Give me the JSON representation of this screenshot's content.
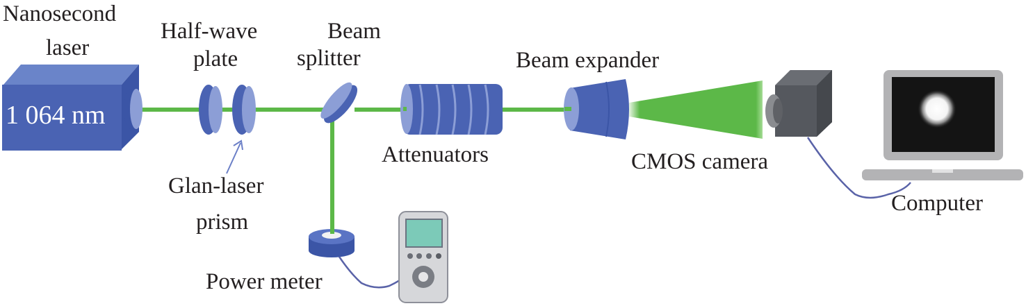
{
  "diagram": {
    "title": "Laser beam measurement experimental setup",
    "colors": {
      "optic_blue": "#4a63b3",
      "optic_light": "#8c9ed6",
      "beam_green": "#5cb848",
      "camera_gray": "#55585e",
      "laptop_gray": "#b3b3b5",
      "screen_black": "#141414",
      "meter_screen": "#7ccab8",
      "cable": "#5a63a8"
    },
    "components": {
      "laser": {
        "label_line1": "Nanosecond",
        "label_line2": "laser",
        "wavelength": "1 064 nm"
      },
      "half_wave_plate": {
        "label_line1": "Half-wave",
        "label_line2": "plate"
      },
      "glan_prism": {
        "label_line1": "Glan-laser",
        "label_line2": "prism"
      },
      "beam_splitter": {
        "label_line1": "Beam",
        "label_line2": "splitter"
      },
      "attenuators": {
        "label": "Attenuators"
      },
      "beam_expander": {
        "label": "Beam expander"
      },
      "cmos_camera": {
        "label": "CMOS camera"
      },
      "computer": {
        "label": "Computer"
      },
      "power_meter": {
        "label": "Power meter"
      }
    }
  }
}
